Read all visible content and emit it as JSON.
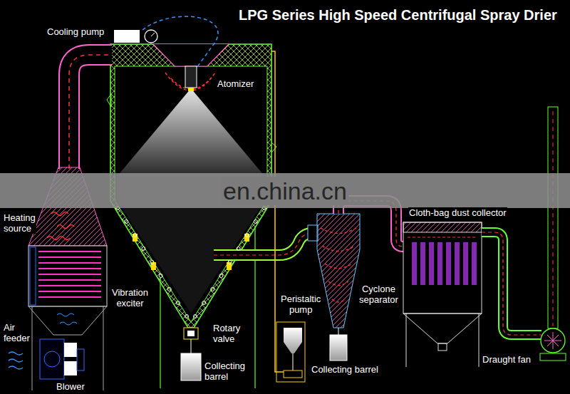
{
  "diagram": {
    "title": "LPG Series High Speed Centrifugal Spray Drier",
    "labels": [
      "Cooling pump",
      "Atomizer",
      "Heating source",
      "Vibration exciter",
      "Rotary valve",
      "Air feeder",
      "Blower",
      "Collecting barrel",
      "Peristaltic pump",
      "Cyclone separator",
      "Collecting barrel",
      "Cloth-bag dust collector",
      "Draught fan",
      "en.china.cn"
    ]
  }
}
